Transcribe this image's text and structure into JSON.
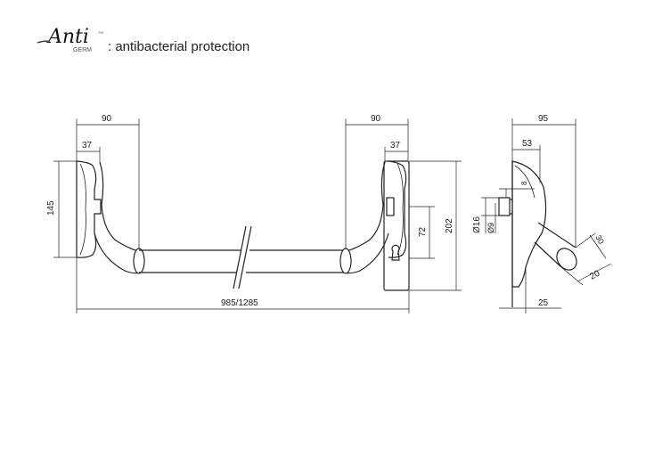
{
  "logo": {
    "brand_text": "Anti",
    "sub_text": "GERM",
    "tm": "TM"
  },
  "caption": ": antibacterial protection",
  "dimensions": {
    "left_width": "90",
    "left_inner": "37",
    "left_height": "145",
    "right_width": "90",
    "right_inner": "37",
    "plate_height": "202",
    "cylinder_height": "72",
    "total_length": "985/1285",
    "side_depth": "95",
    "side_mid": "53",
    "side_small": "8",
    "dia_16": "Ø16",
    "dia_9": "Ø9",
    "bar_dia": "30",
    "bar_offset": "20",
    "side_bottom": "25"
  }
}
